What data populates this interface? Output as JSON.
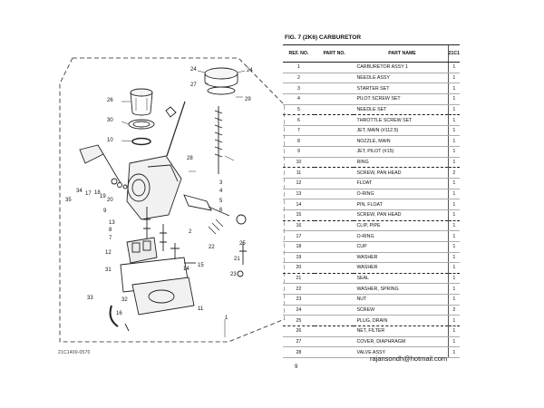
{
  "figure": {
    "title": "FIG. 7 (2K6) CARBURETOR",
    "diagram_code": "21C1400-0570",
    "diagram_labels": [
      "24",
      "24",
      "27",
      "26",
      "29",
      "30",
      "28",
      "10",
      "35",
      "3",
      "4",
      "5",
      "6",
      "34",
      "17",
      "18",
      "19",
      "20",
      "9",
      "13",
      "8",
      "7",
      "22",
      "2",
      "12",
      "31",
      "14",
      "15",
      "32",
      "33",
      "16",
      "23",
      "11",
      "1",
      "25",
      "21"
    ]
  },
  "table": {
    "headers": {
      "ref": "REF. NO.",
      "part_no": "PART NO.",
      "name": "PART NAME",
      "qty": "21C1"
    },
    "rows": [
      {
        "ref": "1",
        "name": "CARBURETOR ASSY 1",
        "qty": "1"
      },
      {
        "ref": "2",
        "name": "NEEDLE ASSY",
        "qty": "1"
      },
      {
        "ref": "3",
        "name": "STARTER SET",
        "qty": "1"
      },
      {
        "ref": "4",
        "name": "PILOT SCREW SET",
        "qty": "1"
      },
      {
        "ref": "5",
        "name": "NEEDLE SET",
        "qty": "1"
      },
      {
        "ref": "6",
        "name": "THROTTLE SCREW SET",
        "qty": "1"
      },
      {
        "ref": "7",
        "name": "JET, MAIN (#112.5)",
        "qty": "1"
      },
      {
        "ref": "8",
        "name": "NOZZLE, MAIN",
        "qty": "1"
      },
      {
        "ref": "9",
        "name": "JET, PILOT (#15)",
        "qty": "1"
      },
      {
        "ref": "10",
        "name": "RING",
        "qty": "1"
      },
      {
        "ref": "11",
        "name": "SCREW, PAN HEAD",
        "qty": "2"
      },
      {
        "ref": "12",
        "name": "FLOAT",
        "qty": "1"
      },
      {
        "ref": "13",
        "name": "O-RING",
        "qty": "1"
      },
      {
        "ref": "14",
        "name": "PIN, FLOAT",
        "qty": "1"
      },
      {
        "ref": "15",
        "name": "SCREW, PAN HEAD",
        "qty": "1"
      },
      {
        "ref": "16",
        "name": "CLIP, PIPE",
        "qty": "1"
      },
      {
        "ref": "17",
        "name": "O-RING",
        "qty": "1"
      },
      {
        "ref": "18",
        "name": "CUP",
        "qty": "1"
      },
      {
        "ref": "19",
        "name": "WASHER",
        "qty": "1"
      },
      {
        "ref": "20",
        "name": "WASHER",
        "qty": "1"
      },
      {
        "ref": "21",
        "name": "SEAL",
        "qty": "1"
      },
      {
        "ref": "22",
        "name": "WASHER, SPRING",
        "qty": "1"
      },
      {
        "ref": "23",
        "name": "NUT",
        "qty": "1"
      },
      {
        "ref": "24",
        "name": "SCREW",
        "qty": "2"
      },
      {
        "ref": "25",
        "name": "PLUG, DRAIN",
        "qty": "1"
      },
      {
        "ref": "26",
        "name": "NET, FILTER",
        "qty": "1"
      },
      {
        "ref": "27",
        "name": "COVER, DIAPHRAGM",
        "qty": "1"
      },
      {
        "ref": "28",
        "name": "VALVE ASSY",
        "qty": "1"
      }
    ]
  },
  "footer": {
    "email": "rajansondh@hotmail.com",
    "page": "9"
  }
}
